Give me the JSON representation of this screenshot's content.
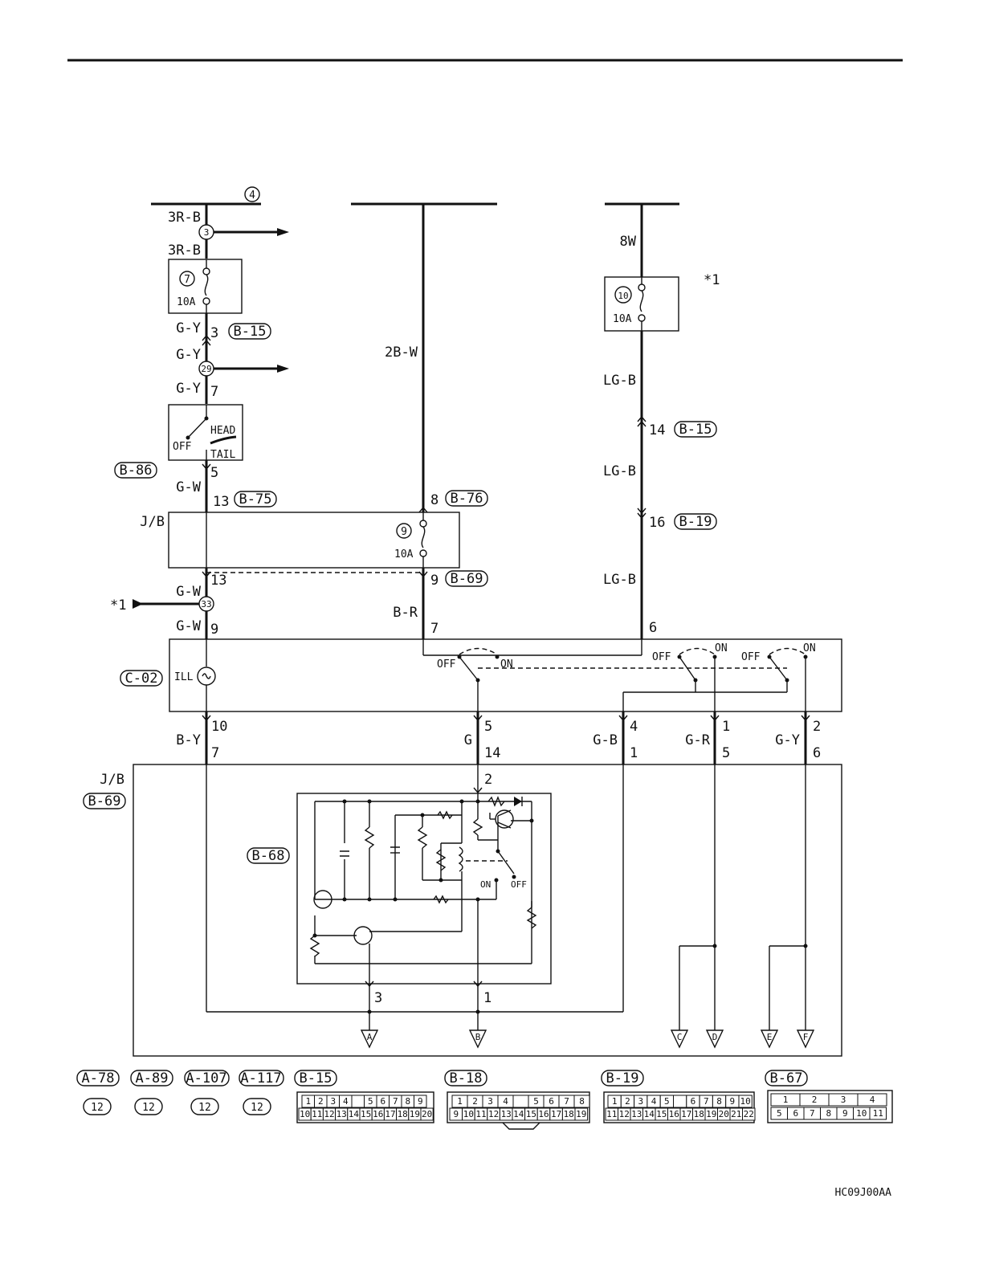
{
  "power_sources": {
    "left_circle": "4"
  },
  "left_branch": {
    "wire_3RB_top": "3R-B",
    "splice_3": "3",
    "wire_3RB_low": "3R-B",
    "fuse_7_num": "7",
    "fuse_7_rating": "10A",
    "wire_GY_1": "G-Y",
    "pin_3": "3",
    "conn_B15_1": "B-15",
    "wire_GY_2": "G-Y",
    "splice_29": "29",
    "wire_GY_3": "G-Y",
    "pin_7": "7",
    "switch_head": "HEAD",
    "switch_off": "OFF",
    "switch_tail": "TAIL",
    "conn_B86": "B-86",
    "pin_5": "5",
    "wire_GW_1": "G-W",
    "pin_13a": "13",
    "conn_B75": "B-75",
    "jb_label": "J/B",
    "pin_13b": "13",
    "wire_GW_2": "G-W",
    "star1_left": "*1",
    "splice_33": "33",
    "wire_GW_3": "G-W",
    "pin_9": "9"
  },
  "middle_branch": {
    "wire_2BW": "2B-W",
    "pin_8": "8",
    "conn_B76": "B-76",
    "fuse_9_num": "9",
    "fuse_9_rating": "10A",
    "pin_9b": "9",
    "conn_B69": "B-69",
    "wire_BR": "B-R",
    "pin_7b": "7"
  },
  "right_branch": {
    "wire_8W": "8W",
    "star1_right": "*1",
    "fuse_10_num": "10",
    "fuse_10_rating": "10A",
    "wire_LGB_1": "LG-B",
    "pin_14": "14",
    "conn_B15_2": "B-15",
    "wire_LGB_2": "LG-B",
    "pin_16": "16",
    "conn_B19": "B-19",
    "wire_LGB_3": "LG-B",
    "pin_6": "6"
  },
  "switch_c02": {
    "conn": "C-02",
    "ill": "ILL",
    "off1": "OFF",
    "on1": "ON",
    "off2": "OFF",
    "on2": "ON",
    "off3": "OFF",
    "on3": "ON"
  },
  "lower_wires": {
    "pin_10": "10",
    "wire_BY": "B-Y",
    "pin_7c": "7",
    "pin_5b": "5",
    "wire_G": "G",
    "pin_14b": "14",
    "pin_4": "4",
    "wire_GB": "G-B",
    "pin_1": "1",
    "pin_1b": "1",
    "wire_GR": "G-R",
    "pin_5c": "5",
    "pin_2": "2",
    "wire_GY4": "G-Y",
    "pin_6b": "6"
  },
  "jb_lower": {
    "jb": "J/B",
    "conn_B69b": "B-69",
    "conn_B68": "B-68",
    "pin_2b": "2",
    "on": "ON",
    "off": "OFF",
    "pin_3b": "3",
    "pin_1c": "1"
  },
  "terminals": [
    "A",
    "B",
    "C",
    "D",
    "E",
    "F"
  ],
  "connectors": {
    "labels": [
      "A-78",
      "A-89",
      "A-107",
      "A-117",
      "B-15",
      "B-18",
      "B-19",
      "B-67"
    ],
    "small_pins": "12",
    "b15_row1": [
      "1",
      "2",
      "3",
      "4",
      "",
      "5",
      "6",
      "7",
      "8",
      "9"
    ],
    "b15_row2": [
      "10",
      "11",
      "12",
      "13",
      "14",
      "15",
      "16",
      "17",
      "18",
      "19",
      "20"
    ],
    "b18_row1": [
      "1",
      "2",
      "3",
      "4",
      "",
      "5",
      "6",
      "7",
      "8"
    ],
    "b18_row2": [
      "9",
      "10",
      "11",
      "12",
      "13",
      "14",
      "15",
      "16",
      "17",
      "18",
      "19"
    ],
    "b19_row1": [
      "1",
      "2",
      "3",
      "4",
      "5",
      "",
      "6",
      "7",
      "8",
      "9",
      "10"
    ],
    "b19_row2": [
      "11",
      "12",
      "13",
      "14",
      "15",
      "16",
      "17",
      "18",
      "19",
      "20",
      "21",
      "22"
    ],
    "b67_row1": [
      "1",
      "2",
      "3",
      "4"
    ],
    "b67_row2": [
      "5",
      "6",
      "7",
      "8",
      "9",
      "10",
      "11"
    ]
  },
  "footer_code": "HC09J00AA"
}
